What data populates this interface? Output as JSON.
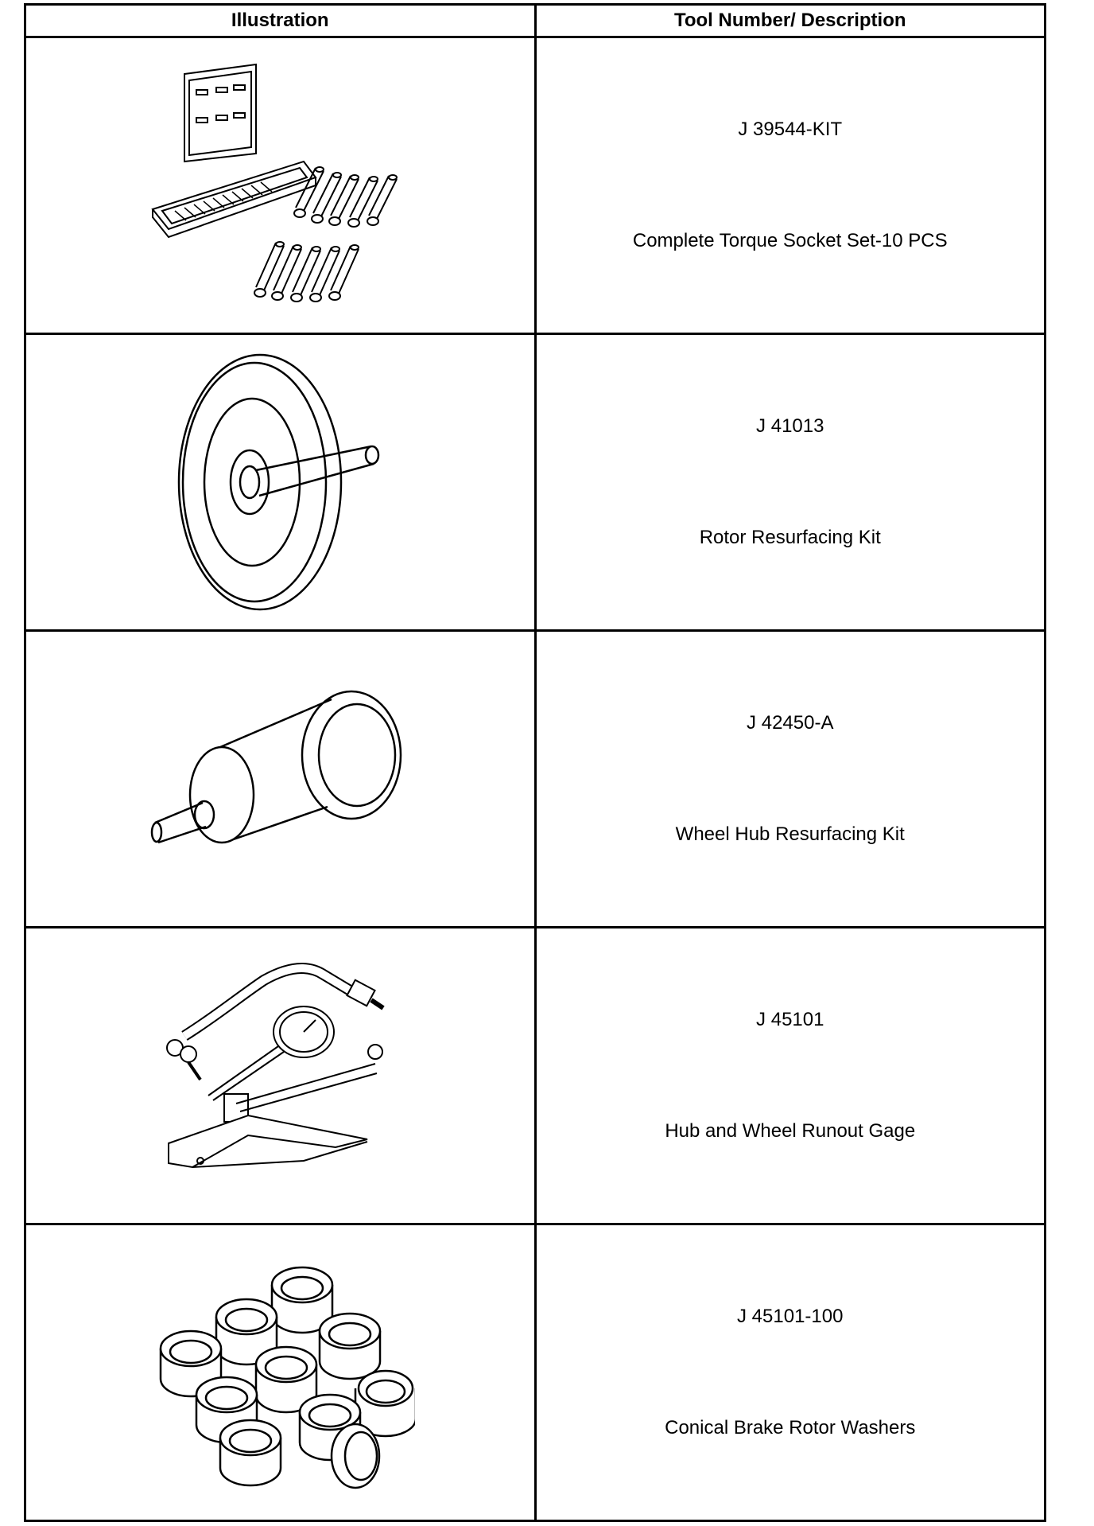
{
  "table": {
    "headers": {
      "illustration": "Illustration",
      "tool_desc": "Tool Number/ Description"
    },
    "rows": [
      {
        "number": "J 39544-KIT",
        "description": "Complete Torque Socket Set-10 PCS",
        "icon": "torque-socket-set-icon"
      },
      {
        "number": "J 41013",
        "description": "Rotor Resurfacing Kit",
        "icon": "rotor-resurfacing-kit-icon"
      },
      {
        "number": "J 42450-A",
        "description": "Wheel Hub Resurfacing Kit",
        "icon": "wheel-hub-resurfacing-kit-icon"
      },
      {
        "number": "J 45101",
        "description": "Hub and Wheel Runout Gage",
        "icon": "runout-gage-icon"
      },
      {
        "number": "J 45101-100",
        "description": "Conical Brake Rotor Washers",
        "icon": "conical-washers-icon"
      }
    ]
  }
}
